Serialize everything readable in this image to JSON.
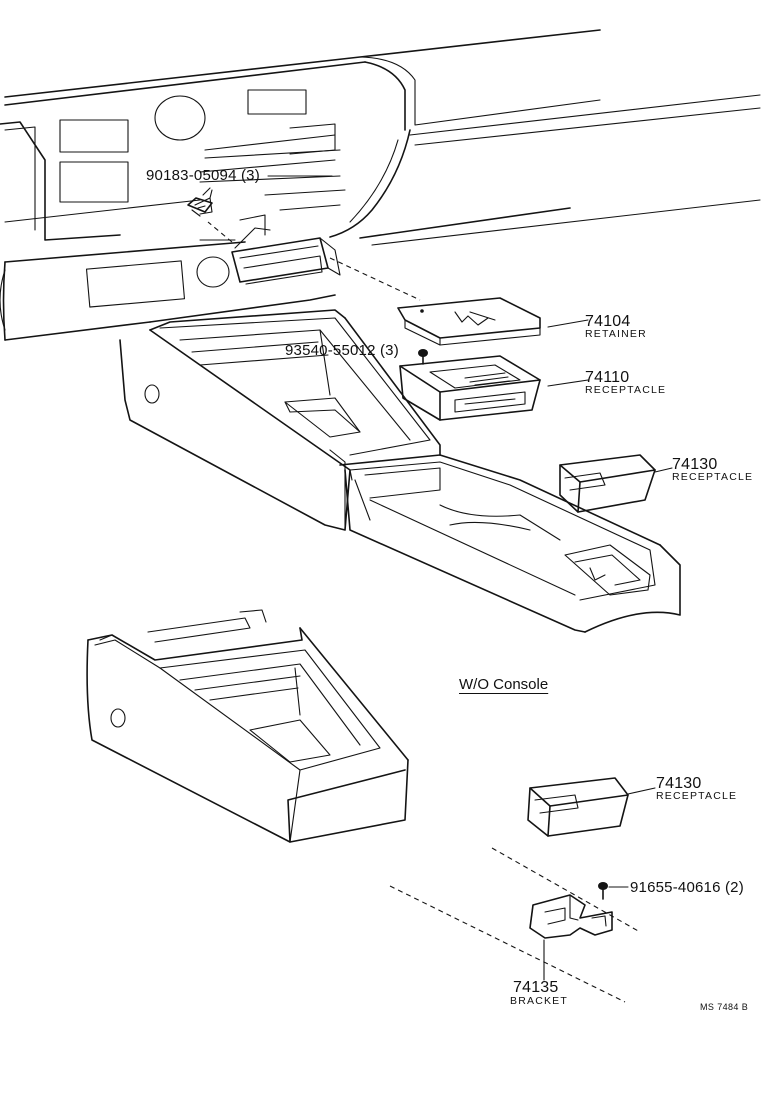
{
  "parts": {
    "bolt_top": {
      "number": "90183-05094 (3)"
    },
    "screw_mid": {
      "number": "93540-55012 (3)"
    },
    "retainer": {
      "number": "74104",
      "name": "RETAINER"
    },
    "receptacle_110": {
      "number": "74110",
      "name": "RECEPTACLE"
    },
    "receptacle_130_console": {
      "number": "74130",
      "name": "RECEPTACLE"
    },
    "receptacle_130_wo": {
      "number": "74130",
      "name": "RECEPTACLE"
    },
    "screw_bottom": {
      "number": "91655-40616 (2)"
    },
    "bracket": {
      "number": "74135",
      "name": "BRACKET"
    }
  },
  "caption": "W/O Console",
  "drawing_code": "MS 7484 B"
}
